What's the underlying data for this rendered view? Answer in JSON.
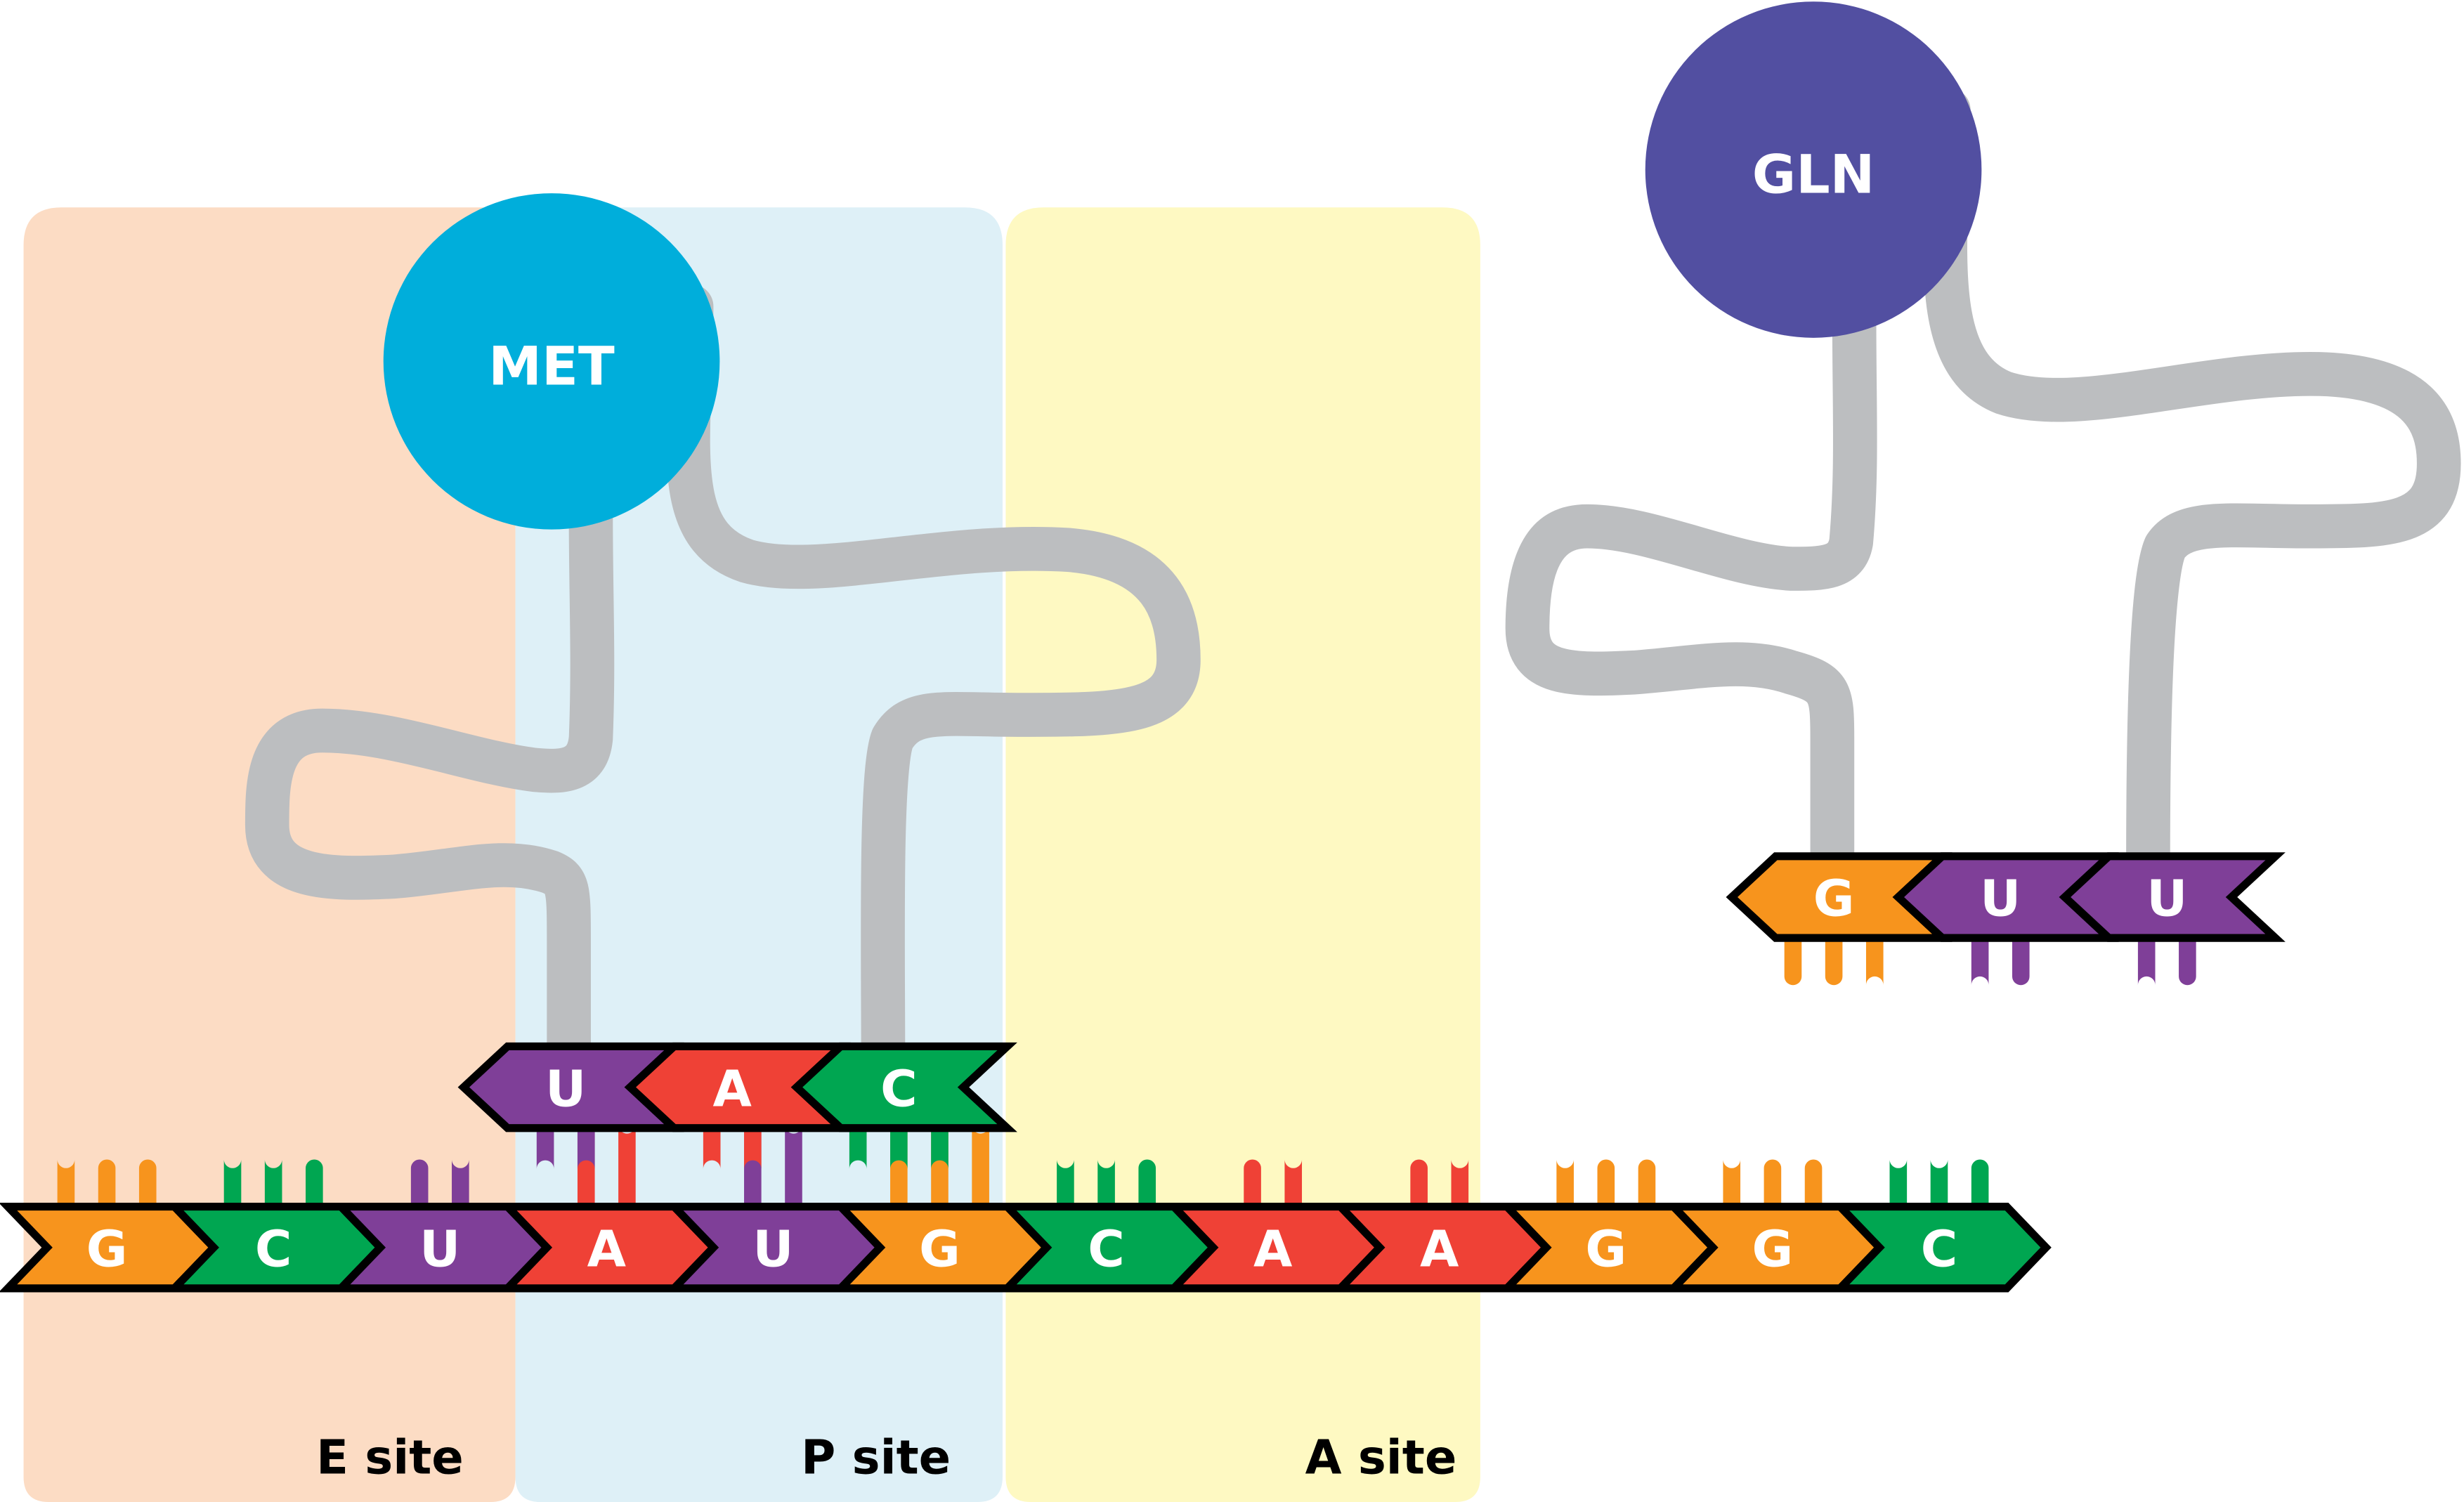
{
  "colors": {
    "G": "#F7941D",
    "C": "#00A651",
    "U": "#7F3F98",
    "A": "#EF4136",
    "backbone": "#BCBEC0",
    "outline": "#000000",
    "met": "#00AEDB",
    "gln": "#524FA1",
    "e_site": "#FCDCC4",
    "p_site": "#DEF0F7",
    "a_site": "#FEF9C2"
  },
  "sites": [
    {
      "id": "e",
      "label": "E site"
    },
    {
      "id": "p",
      "label": "P site"
    },
    {
      "id": "a",
      "label": "A site"
    }
  ],
  "mrna": {
    "bases": [
      "G",
      "C",
      "U",
      "A",
      "U",
      "G",
      "C",
      "A",
      "A",
      "G",
      "G",
      "C"
    ]
  },
  "trna_met": {
    "amino_acid": "MET",
    "anticodon": [
      "U",
      "A",
      "C"
    ],
    "site": "P site"
  },
  "trna_gln": {
    "amino_acid": "GLN",
    "anticodon": [
      "G",
      "U",
      "U"
    ],
    "site": "incoming"
  }
}
